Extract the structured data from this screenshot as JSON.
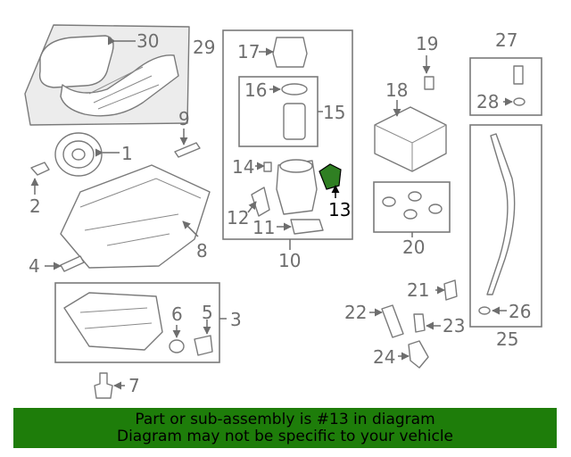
{
  "callouts": {
    "c1": "1",
    "c2": "2",
    "c3": "3",
    "c4": "4",
    "c5": "5",
    "c6": "6",
    "c7": "7",
    "c8": "8",
    "c9": "9",
    "c10": "10",
    "c11": "11",
    "c12": "12",
    "c13": "13",
    "c14": "14",
    "c15": "15",
    "c16": "16",
    "c17": "17",
    "c18": "18",
    "c19": "19",
    "c20": "20",
    "c21": "21",
    "c22": "22",
    "c23": "23",
    "c24": "24",
    "c25": "25",
    "c26": "26",
    "c27": "27",
    "c28": "28",
    "c29": "29",
    "c30": "30"
  },
  "highlight": {
    "callout": "13",
    "color": "#1e7d0a"
  },
  "banner": {
    "line1": "Part or sub-assembly is #13 in diagram",
    "line2": "Diagram may not be specific to your vehicle",
    "background": "#1e7d0a"
  }
}
